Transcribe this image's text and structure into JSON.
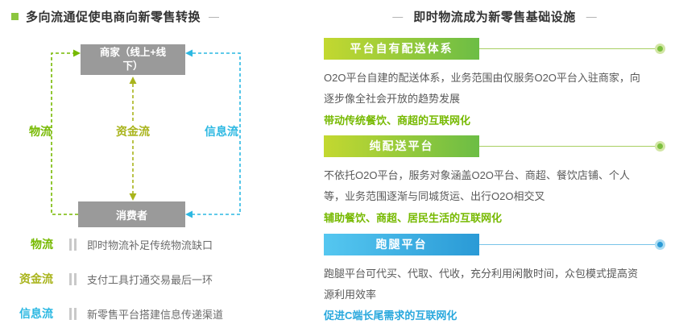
{
  "decor": {
    "dash": "—"
  },
  "left": {
    "title": "多向流通促使电商向新零售转换",
    "diagram": {
      "merchant_line1": "商家（线上+线",
      "merchant_line2": "下）",
      "consumer": "消费者",
      "flow_logistics": "物流",
      "flow_capital": "资金流",
      "flow_information": "信息流"
    },
    "legend": [
      {
        "label": "物流",
        "desc": "即时物流补足传统物流缺口"
      },
      {
        "label": "资金流",
        "desc": "支付工具打通交易最后一环"
      },
      {
        "label": "信息流",
        "desc": "新零售平台搭建信息传递渠道"
      }
    ]
  },
  "right": {
    "title": "即时物流成为新零售基础设施",
    "sections": [
      {
        "banner": "平台自有配送体系",
        "body_line1": "O2O平台自建的配送体系，业务范围由仅服务O2O平台入驻商家，向",
        "body_line2": "逐步像全社会开放的趋势发展",
        "highlight": "带动传统餐饮、商超的互联网化"
      },
      {
        "banner": "纯配送平台",
        "body_line1": "不依托O2O平台，服务对象涵盖O2O平台、商超、餐饮店铺、个人",
        "body_line2": "等，业务范围逐渐与同城货运、出行O2O相交叉",
        "highlight": "辅助餐饮、商超、居民生活的互联网化"
      },
      {
        "banner": "跑腿平台",
        "body_line1": "跑腿平台可代买、代取、代收，充分利用闲散时间，众包模式提高资",
        "body_line2": "源利用效率",
        "highlight": "促进C端长尾需求的互联网化"
      }
    ]
  },
  "colors": {
    "green": "#76b900",
    "olive": "#a9b41c",
    "cyan": "#2cb8e2",
    "banner_green_start": "#c3d830",
    "banner_green_end": "#6cbd45",
    "banner_blue_start": "#55c7f0",
    "banner_blue_end": "#2a9ad6",
    "node_gray": "#9a9a9a"
  }
}
